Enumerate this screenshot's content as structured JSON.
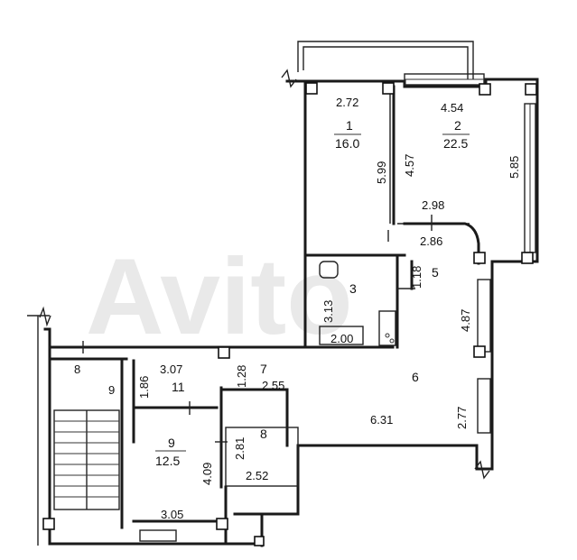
{
  "watermark": "Avito",
  "rooms": [
    {
      "id": "room-1",
      "number": "1",
      "area": "16.0"
    },
    {
      "id": "room-2",
      "number": "2",
      "area": "22.5"
    },
    {
      "id": "room-3",
      "number": "3"
    },
    {
      "id": "room-5",
      "number": "5"
    },
    {
      "id": "room-6",
      "number": "6"
    },
    {
      "id": "room-7",
      "number": "7"
    },
    {
      "id": "room-8",
      "number": "8"
    },
    {
      "id": "room-9",
      "number": "9",
      "area": "12.5"
    },
    {
      "id": "room-11",
      "number": "11"
    }
  ],
  "labels": {
    "stair_8": "8",
    "stair_9": "9"
  },
  "dimensions": {
    "r1_top": "2.72",
    "r1_side": "5.99",
    "r2_left": "4.57",
    "r2_top": "4.54",
    "r2_right": "5.85",
    "hall_2_98": "2.98",
    "hall_2_86": "2.86",
    "r5_1_18": "1.18",
    "r3_3_13": "3.13",
    "r3_2_00": "2.00",
    "r6_4_87": "4.87",
    "r6_2_77": "2.77",
    "r6_6_31": "6.31",
    "c_3_07": "3.07",
    "c_1_28": "1.28",
    "c_1_86": "1.86",
    "c_2_55": "2.55",
    "r8_2_81": "2.81",
    "r8_2_52": "2.52",
    "r9_4_09": "4.09",
    "r9_3_05": "3.05"
  }
}
